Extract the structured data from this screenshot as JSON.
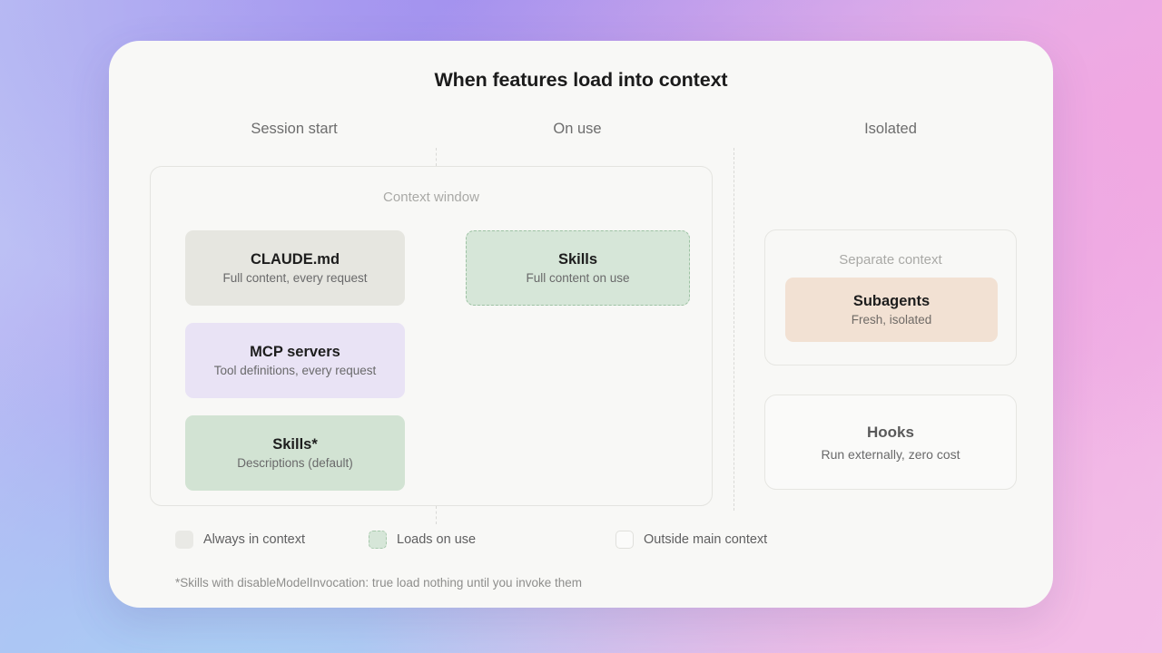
{
  "background": {
    "gradient_from": "#c3caf6",
    "gradient_mid": "#ab9bf0",
    "gradient_to": "#f4bde8"
  },
  "diagram": {
    "title": "When features load into context",
    "card_background": "#f8f8f6",
    "columns": [
      {
        "label": "Session start"
      },
      {
        "label": "On use"
      },
      {
        "label": "Isolated"
      }
    ],
    "context_window": {
      "label": "Context window",
      "cards": [
        {
          "title": "CLAUDE.md",
          "subtitle": "Full content, every request",
          "color": "#e6e6e0",
          "style": "solid"
        },
        {
          "title": "MCP servers",
          "subtitle": "Tool definitions, every request",
          "color": "#e9e3f5",
          "style": "solid"
        },
        {
          "title": "Skills*",
          "subtitle": "Descriptions (default)",
          "color": "#d2e3d3",
          "style": "solid"
        },
        {
          "title": "Skills",
          "subtitle": "Full content on use",
          "color": "#d6e6d8",
          "style": "dashed"
        }
      ]
    },
    "separate_context": {
      "label": "Separate context",
      "card": {
        "title": "Subagents",
        "subtitle": "Fresh, isolated",
        "color": "#f2e1d3"
      }
    },
    "hooks": {
      "title": "Hooks",
      "subtitle": "Run externally, zero cost",
      "color": "#fafaf9"
    },
    "legend": [
      {
        "label": "Always in context",
        "swatch": "always",
        "color": "#e9e9e5"
      },
      {
        "label": "Loads on use",
        "swatch": "onuse",
        "color": "#d6e6d8"
      },
      {
        "label": "Outside main context",
        "swatch": "outside",
        "color": "#fbfbfa"
      }
    ],
    "footnote": "*Skills with disableModelInvocation: true load nothing until you invoke them"
  }
}
